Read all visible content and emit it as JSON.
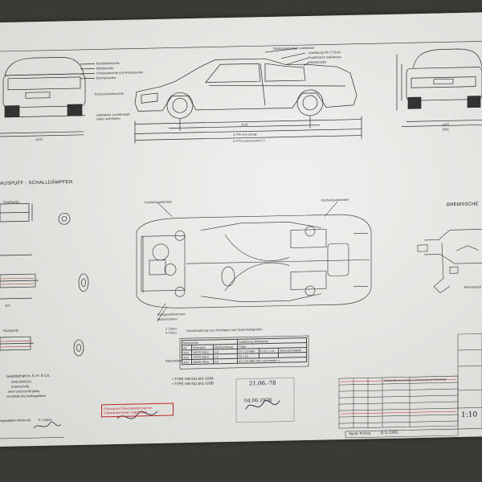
{
  "top_labels": {
    "group_right": [
      "Stahlschiebedach wahlweise",
      "Ausladung mit 2 Türen",
      "Kopfstützen wahlweise",
      "Rückstrahler"
    ],
    "group_left": [
      "Rückfahrleuchte",
      "Blinkleuchte",
      "Schlussleuchte und Rückstrahler",
      "Bremsleuchte"
    ],
    "kennzeichen": "Kennzeichenleuchte",
    "leichtmetall": [
      "wahlweise Leichtmetall-",
      "räder und Reifen"
    ]
  },
  "top_dims": {
    "rear_width": "1420",
    "front_width": "1400",
    "front_height": "1682",
    "wheelbase": "2540",
    "length_line": "4.700 mm Länge",
    "length_sub": "4.470 Leerzustand A 1"
  },
  "section_titles": {
    "exhaust": "AUSPUFF - SCHALLDÄMPFER",
    "brake": "BREMSSCHE"
  },
  "exhaust_labels": {
    "strahlweite": "Strahlweite",
    "rossgarde": "Rossgarde",
    "dim_450": "450"
  },
  "plan_labels": {
    "left_top": "Kücheinpunktmittel",
    "right_top": "Kücheinpunktmittel",
    "fahrgestell": "Fahrgestellnummer",
    "motor": "Motornummer",
    "sicherheit_1": "2 Türen",
    "sicherheit_2": "4 Türen",
    "sicherheit_text": "Verschraubung zum Anbringen von Sicherheitsgurten",
    "brake_small": "Bremsdruck"
  },
  "wheel_table": {
    "header": [
      "Reifengröße",
      "Ausführung (Wahlweise)"
    ],
    "row_label": "Räderteilen",
    "sub_header": [
      "Art",
      "Dimension",
      "Überdruck/Last",
      "Folge"
    ],
    "rows": [
      [
        "4x11",
        "165/70 SR13",
        "1,8",
        "5J x 13 Stahl",
        "5 1/2 J x 13",
        "ohne Leichtmetall"
      ],
      [
        "4x11",
        "175/70 SR13",
        "1,9",
        "5J x 13",
        "",
        ""
      ],
      [
        "4x11",
        "185/60 HR14",
        "2,0",
        "6J x 14 Stahl oder Leichtmetall x x",
        "",
        ""
      ]
    ]
  },
  "type_lines": [
    "TYPE VW 811 601 025A",
    "TYPE VW 811 601 025B"
  ],
  "left_company": [
    "Gesellschaft m. b. H. & Co.",
    "DVW-0035313",
    "(Unterschrift)",
    "ohne Unterschrift gültig",
    "Vorstände des Auftraggebers",
    "Ingolstädter-Werke AG",
    "R. Lüders"
  ],
  "stamp_text": [
    "Prüfung auf Übereinstimmung mit",
    "Zulassungsmuster zugelassen"
  ],
  "handwriting": {
    "center_date": "21.06.-78",
    "center_sig": "04.06.1978",
    "bottom_date": "8.5.1981",
    "scale": "1:10",
    "test_date_label": "Tag der Prüfung"
  },
  "title_block": {
    "heading": "Werkstoffkennzeichen zu Zeichnung und Datenblatt",
    "cols": [
      "",
      "",
      "",
      "",
      ""
    ]
  }
}
